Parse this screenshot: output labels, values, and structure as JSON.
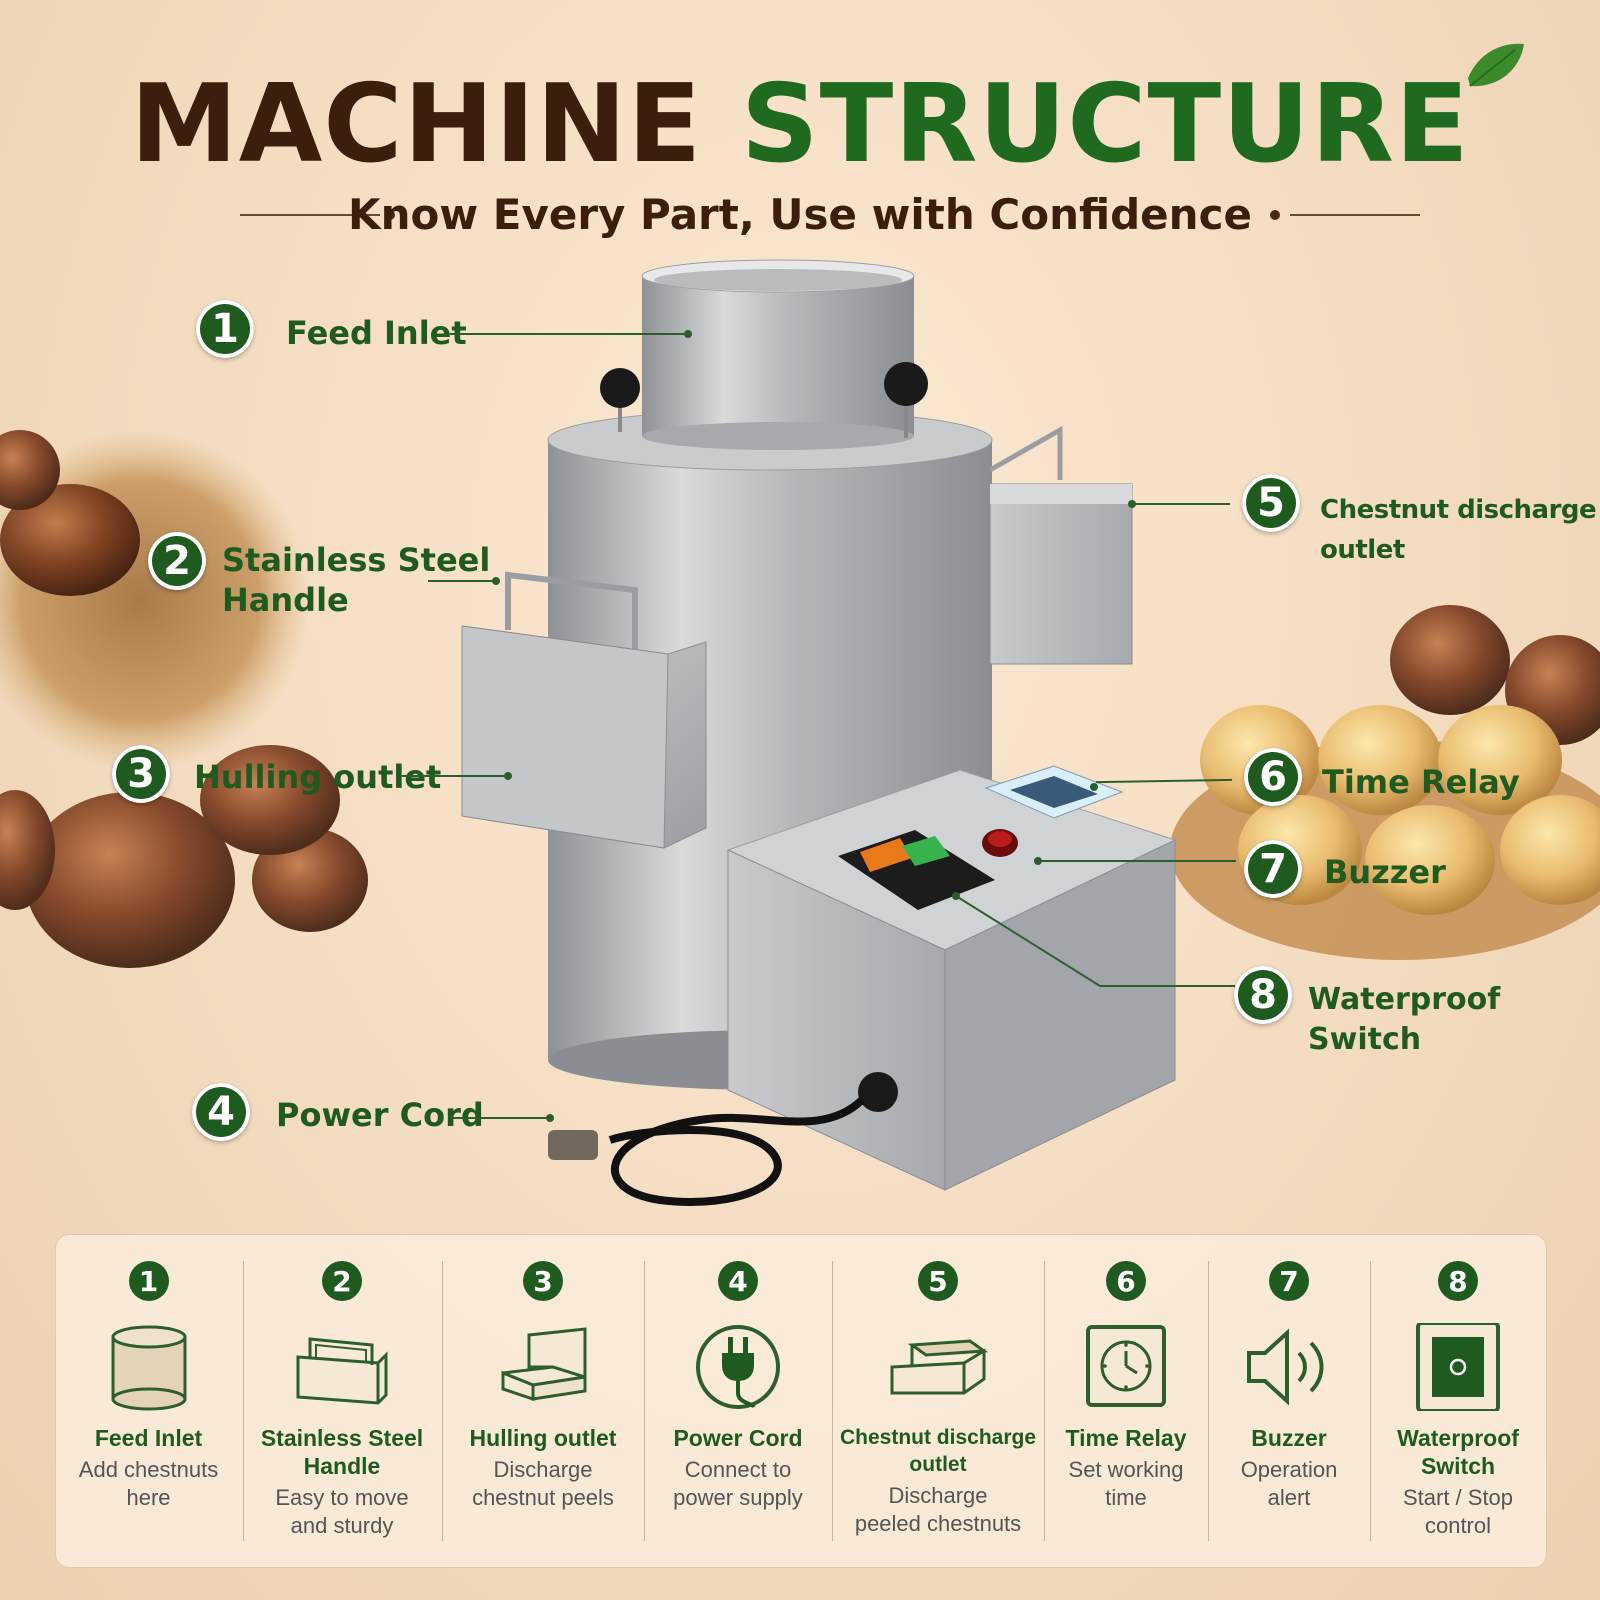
{
  "title": {
    "word1": "MACHINE",
    "word2": "STRUCTURE"
  },
  "subtitle": "Know Every Part, Use with Confidence",
  "callouts": [
    {
      "num": "1",
      "label": "Feed Inlet"
    },
    {
      "num": "2",
      "label_line1": "Stainless Steel",
      "label_line2": "Handle"
    },
    {
      "num": "3",
      "label": "Hulling outlet"
    },
    {
      "num": "4",
      "label": "Power Cord"
    },
    {
      "num": "5",
      "label": "Chestnut discharge outlet"
    },
    {
      "num": "6",
      "label": "Time Relay"
    },
    {
      "num": "7",
      "label": "Buzzer"
    },
    {
      "num": "8",
      "label": "Waterproof Switch"
    }
  ],
  "parts": [
    {
      "num": "1",
      "name": "Feed Inlet",
      "desc_line1": "Add chestnuts",
      "desc_line2": "here",
      "icon": "cylinder-icon"
    },
    {
      "num": "2",
      "name_line1": "Stainless Steel",
      "name_line2": "Handle",
      "desc_line1": "Easy to move",
      "desc_line2": "and sturdy",
      "icon": "handle-icon"
    },
    {
      "num": "3",
      "name": "Hulling outlet",
      "desc_line1": "Discharge",
      "desc_line2": "chestnut peels",
      "icon": "hulling-outlet-icon"
    },
    {
      "num": "4",
      "name": "Power Cord",
      "desc_line1": "Connect to",
      "desc_line2": "power supply",
      "icon": "plug-icon"
    },
    {
      "num": "5",
      "name_line1": "Chestnut discharge",
      "name_line2": "outlet",
      "desc_line1": "Discharge",
      "desc_line2": "peeled chestnuts",
      "icon": "discharge-outlet-icon"
    },
    {
      "num": "6",
      "name": "Time Relay",
      "desc_line1": "Set working",
      "desc_line2": "time",
      "icon": "clock-icon"
    },
    {
      "num": "7",
      "name": "Buzzer",
      "desc_line1": "Operation",
      "desc_line2": "alert",
      "icon": "speaker-icon"
    },
    {
      "num": "8",
      "name_line1": "Waterproof",
      "name_line2": "Switch",
      "desc_line1": "Start / Stop",
      "desc_line2": "control",
      "icon": "switch-icon"
    }
  ],
  "colors": {
    "brand_green": "#1f5b1f",
    "title_brown": "#3b1e0c",
    "background": "#f4dcc0"
  }
}
